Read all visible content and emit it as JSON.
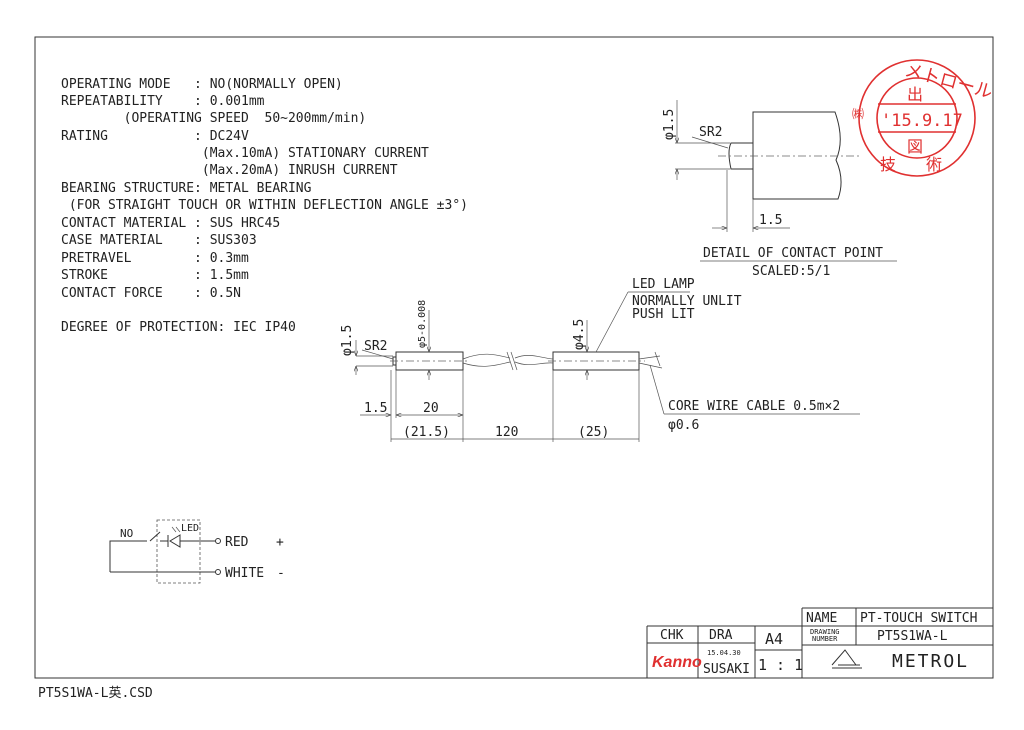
{
  "specs": [
    "OPERATING MODE   : NO(NORMALLY OPEN)",
    "REPEATABILITY    : 0.001mm",
    "        (OPERATING SPEED  50~200mm/min)",
    "RATING           : DC24V",
    "                  (Max.10mA) STATIONARY CURRENT",
    "                  (Max.20mA) INRUSH CURRENT",
    "BEARING STRUCTURE: METAL BEARING",
    " (FOR STRAIGHT TOUCH OR WITHIN DEFLECTION ANGLE ±3°)",
    "CONTACT MATERIAL : SUS HRC45",
    "CASE MATERIAL    : SUS303",
    "PRETRAVEL        : 0.3mm",
    "STROKE           : 1.5mm",
    "CONTACT FORCE    : 0.5N"
  ],
  "protection": "DEGREE OF PROTECTION: IEC IP40",
  "detail": {
    "dia": "φ1.5",
    "sr": "SR2",
    "length": "1.5",
    "title": "DETAIL OF CONTACT POINT",
    "scale": "SCALED:5/1"
  },
  "main_view": {
    "tip_dia": "φ1.5",
    "sr": "SR2",
    "body_dia": "φ5-0.008",
    "led_dia": "φ4.5",
    "led_label": "LED LAMP",
    "led_note1": "NORMALLY UNLIT",
    "led_note2": "PUSH LIT",
    "dim_tip": "1.5",
    "dim_body": "20",
    "dim_total_body": "(21.5)",
    "dim_cable": "120",
    "dim_led": "(25)",
    "cable_label": "CORE WIRE CABLE 0.5m×2",
    "cable_dia": "φ0.6"
  },
  "circuit": {
    "no": "NO",
    "led": "LED",
    "red": "RED",
    "plus": "+",
    "white": "WHITE",
    "minus": "-"
  },
  "stamp": {
    "text_top": "メトロール",
    "company_mark": "㈱",
    "label_top": "出",
    "date": "'15.9.17",
    "label_bottom": "図",
    "text_bottom": "技術",
    "color": "#e03030"
  },
  "title_block": {
    "name_label": "NAME",
    "name_value": "PT-TOUCH SWITCH",
    "drawing_number_label1": "DRAWING",
    "drawing_number_label2": "NUMBER",
    "drawing_number": "PT5S1WA-L",
    "chk_label": "CHK",
    "chk_sign": "Kanno",
    "dra_label": "DRA",
    "dra_date": "15.04.30",
    "dra_name": "SUSAKI",
    "size": "A4",
    "scale": "1 : 1",
    "company": "METROL"
  },
  "filename": "PT5S1WA-L英.CSD"
}
